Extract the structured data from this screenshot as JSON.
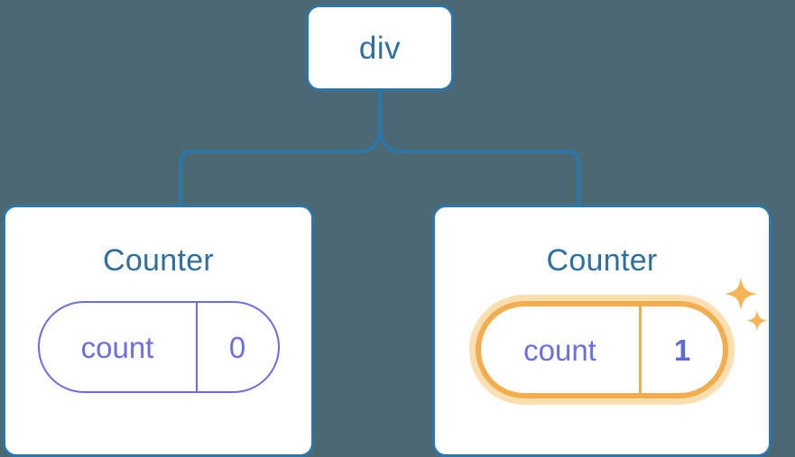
{
  "diagram": {
    "type": "component-tree",
    "background_color": "#4c6872",
    "node_border_color": "#2b77ab",
    "connector_color": "#2b77ab",
    "title_text_color": "#2e6f9e",
    "state_color": "#6b6ee0",
    "highlight_color": "#f2ae4e",
    "highlight_glow_color": "#fbdfb0"
  },
  "root": {
    "label": "div"
  },
  "children": [
    {
      "title": "Counter",
      "state": {
        "key": "count",
        "value": "0"
      },
      "highlighted": false,
      "sparkles": false
    },
    {
      "title": "Counter",
      "state": {
        "key": "count",
        "value": "1"
      },
      "highlighted": true,
      "sparkles": true
    }
  ],
  "icons": {
    "sparkle_large": "sparkle-icon",
    "sparkle_small": "sparkle-icon"
  }
}
